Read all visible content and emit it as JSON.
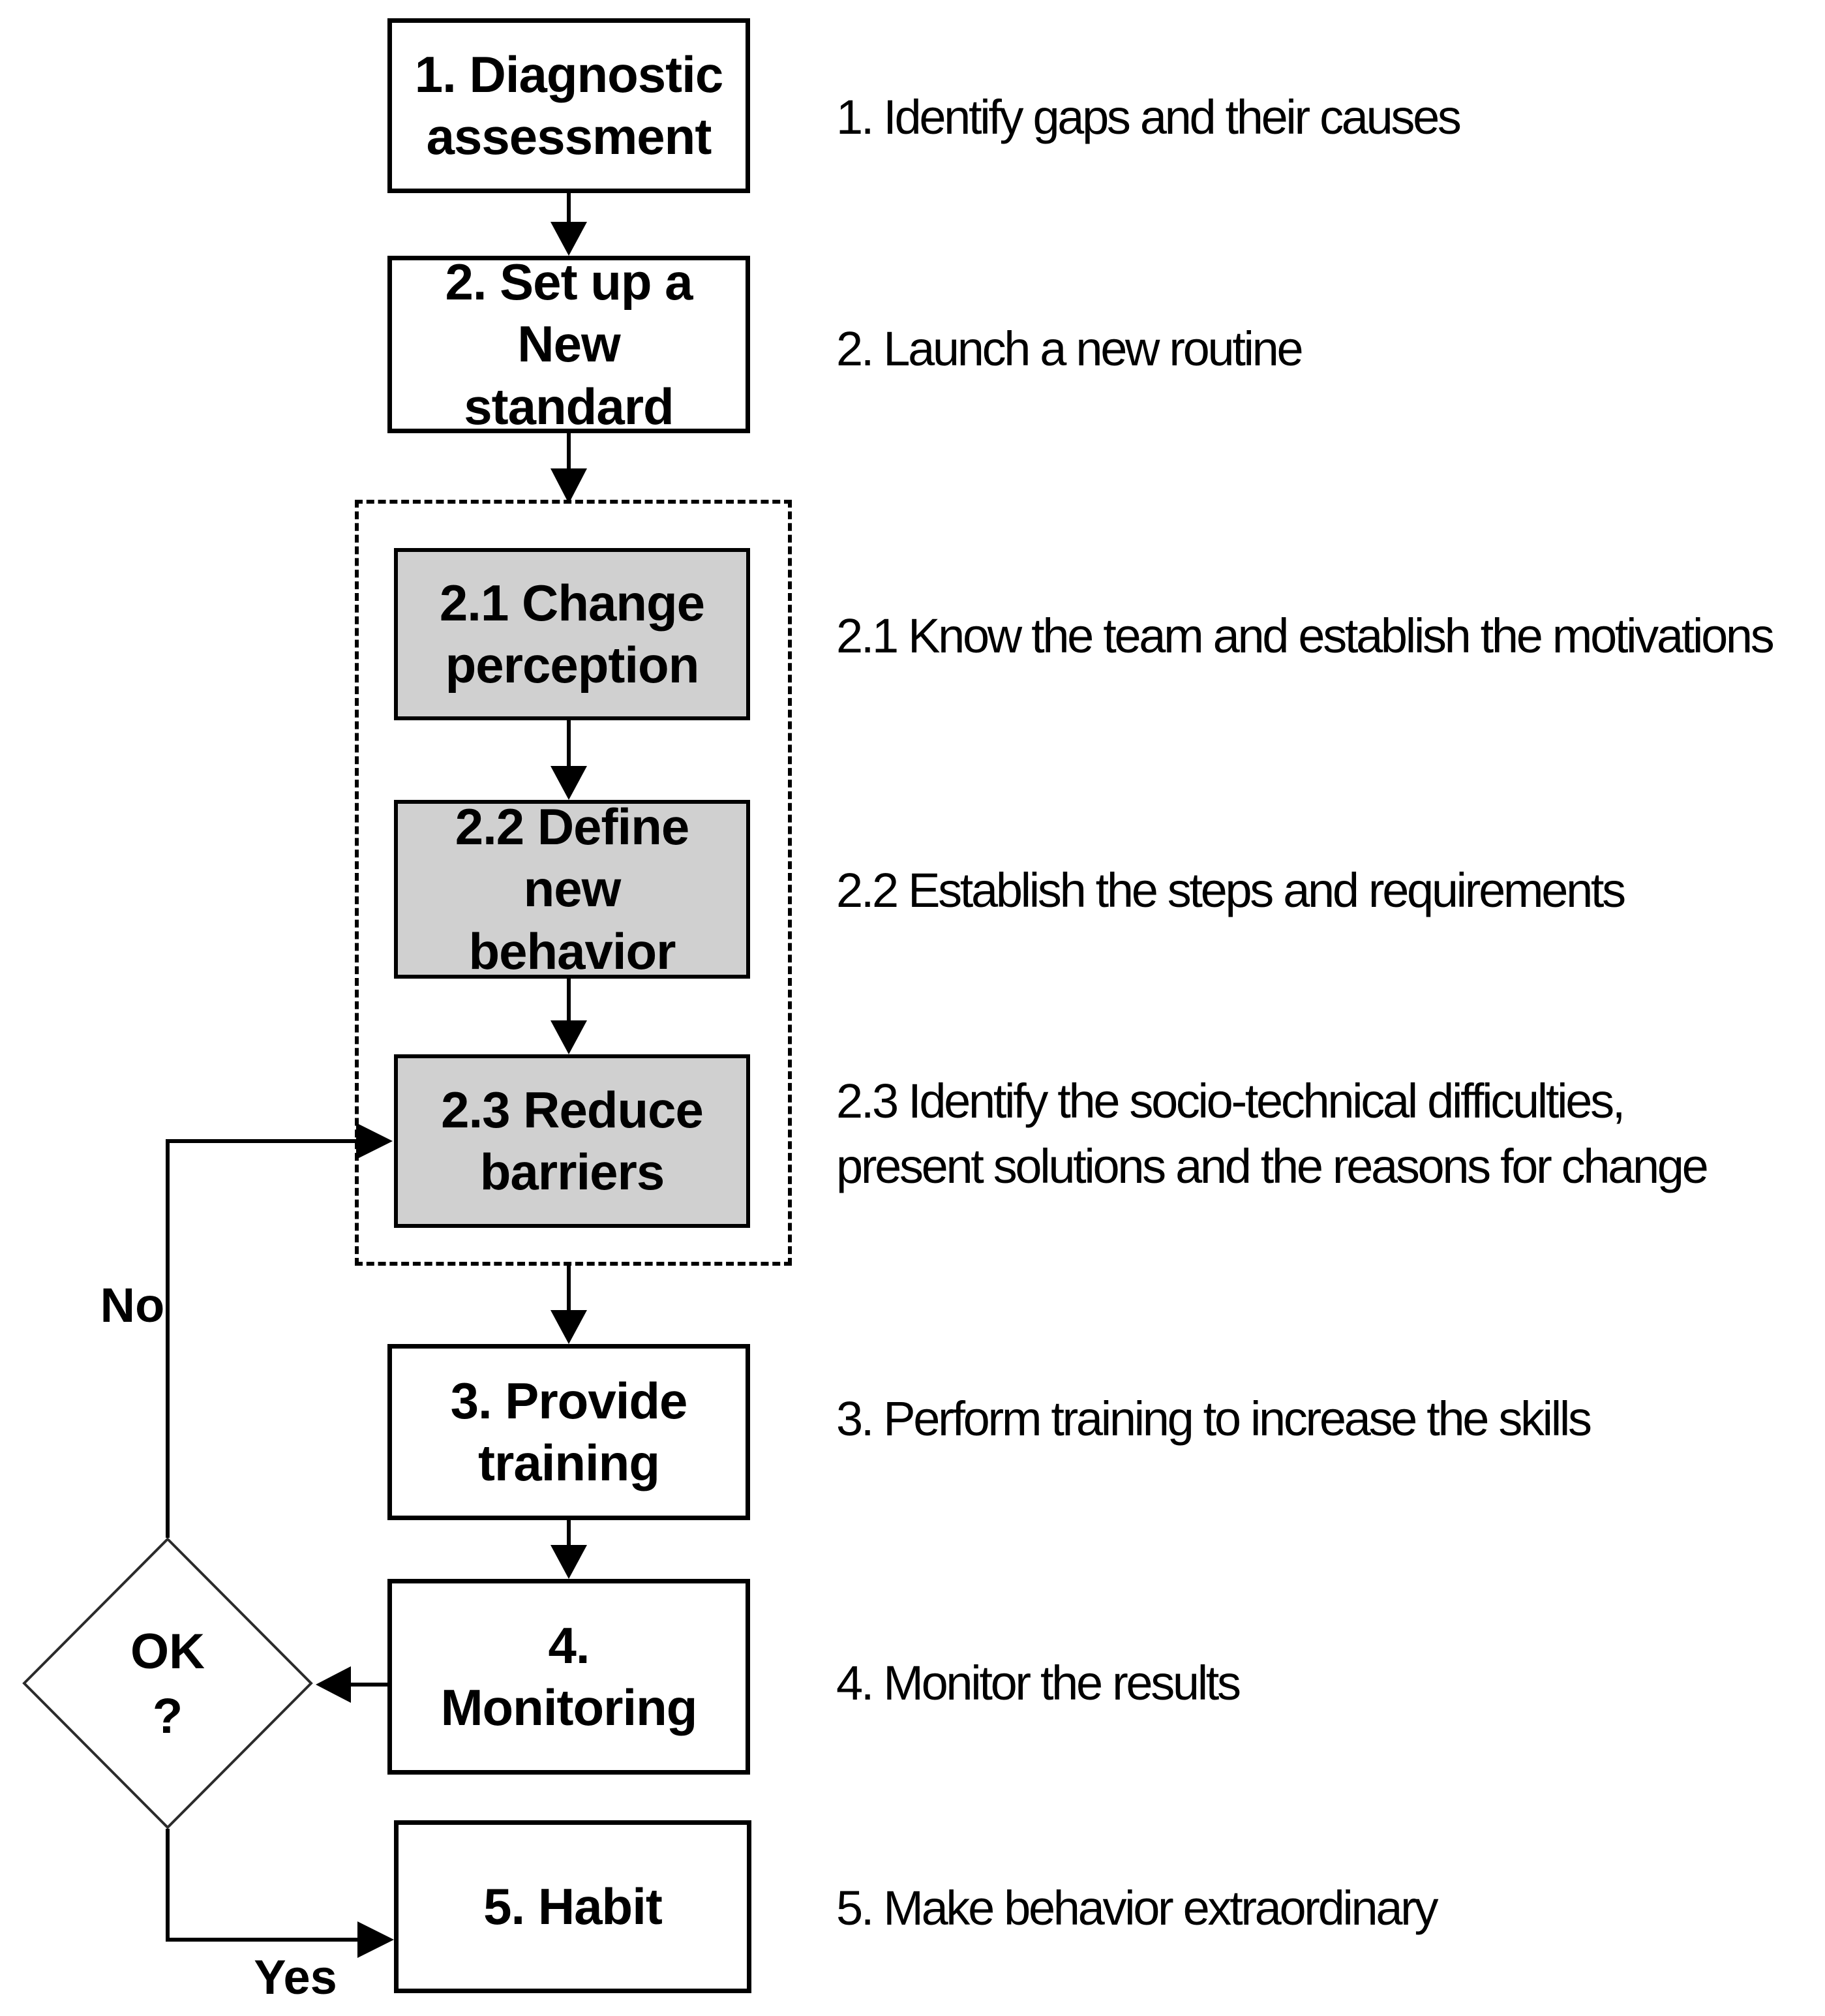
{
  "boxes": {
    "step1": "1. Diagnostic\nassessment",
    "step2": "2. Set up a\nNew\nstandard",
    "step21": "2.1 Change\nperception",
    "step22": "2.2 Define\nnew\nbehavior",
    "step23": "2.3 Reduce\nbarriers",
    "step3": "3. Provide\ntraining",
    "step4": "4.\nMonitoring",
    "step5": "5. Habit"
  },
  "decision": {
    "label": "OK\n?",
    "no_label": "No",
    "yes_label": "Yes"
  },
  "annotations": [
    {
      "text": "1. Identify gaps and their causes"
    },
    {
      "text": "2. Launch a new routine"
    },
    {
      "text": "2.1 Know the team and establish the motivations"
    },
    {
      "text": "2.2 Establish the steps and requirements"
    },
    {
      "text": "2.3 Identify the socio-technical difficulties,\npresent solutions and the reasons for change"
    },
    {
      "text": "3. Perform training to increase the skills"
    },
    {
      "text": "4. Monitor the results"
    },
    {
      "text": "5. Make behavior extraordinary"
    }
  ],
  "colors": {
    "background": "#ffffff",
    "box_fill": "#ffffff",
    "sub_box_fill": "#d0d0d0",
    "line_and_border": "#000000",
    "text": "#000000"
  }
}
